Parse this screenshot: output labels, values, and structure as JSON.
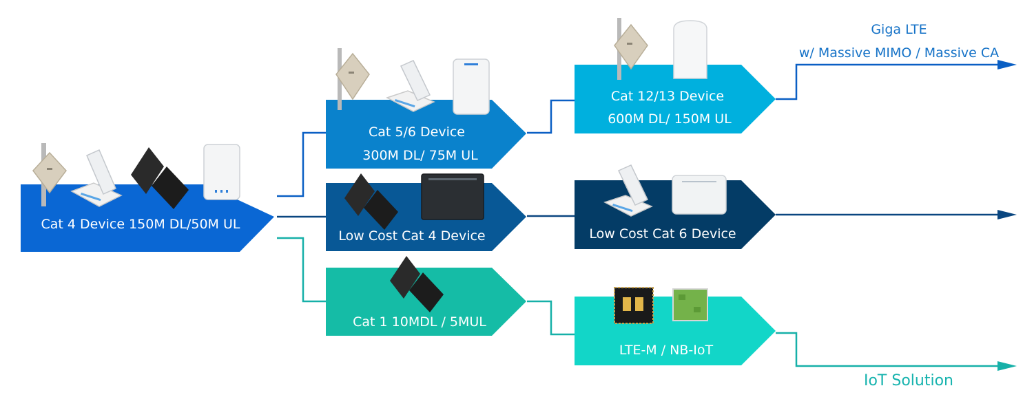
{
  "colors": {
    "cat4": "#0a67d4",
    "cat56": "#0a82cc",
    "cat1213": "#00b0de",
    "lowcost4": "#085896",
    "lowcost6": "#043c66",
    "cat1": "#15bca6",
    "ltem": "#12d6c8",
    "line_blue": "#0a5fc4",
    "line_navy": "#0a4680",
    "line_teal": "#16b0a8",
    "label_blue": "#1572c7",
    "label_teal": "#16b3ae"
  },
  "nodes": {
    "cat4": {
      "label": "Cat 4 Device 150M DL/50M UL",
      "icons": [
        "outdoor-cpe-icon",
        "usb-modem-icon",
        "mobile-hotspot-icon",
        "indoor-router-icon"
      ]
    },
    "cat56": {
      "line1": "Cat 5/6 Device",
      "line2": "300M DL/ 75M UL",
      "icons": [
        "outdoor-cpe-icon",
        "usb-modem-icon",
        "indoor-router-icon"
      ]
    },
    "cat1213": {
      "line1": "Cat 12/13 Device",
      "line2": "600M DL/ 150M UL",
      "icons": [
        "outdoor-cpe-icon",
        "cylinder-router-icon"
      ]
    },
    "lowcost4": {
      "label": "Low Cost Cat 4 Device",
      "icons": [
        "mobile-hotspot-icon",
        "desktop-router-icon"
      ]
    },
    "lowcost6": {
      "label": "Low Cost Cat 6 Device",
      "icons": [
        "usb-modem-icon",
        "wifi-router-icon"
      ]
    },
    "cat1": {
      "label": "Cat 1 10MDL / 5MUL",
      "icons": [
        "mobile-hotspot-icon"
      ]
    },
    "ltem": {
      "label": "LTE-M / NB-IoT",
      "icons": [
        "lte-module-chip-icon",
        "nbiot-module-icon"
      ]
    }
  },
  "outcomes": {
    "giga_lte_line1": "Giga LTE",
    "giga_lte_line2": "w/ Massive MIMO / Massive CA",
    "iot_solution": "IoT Solution"
  }
}
